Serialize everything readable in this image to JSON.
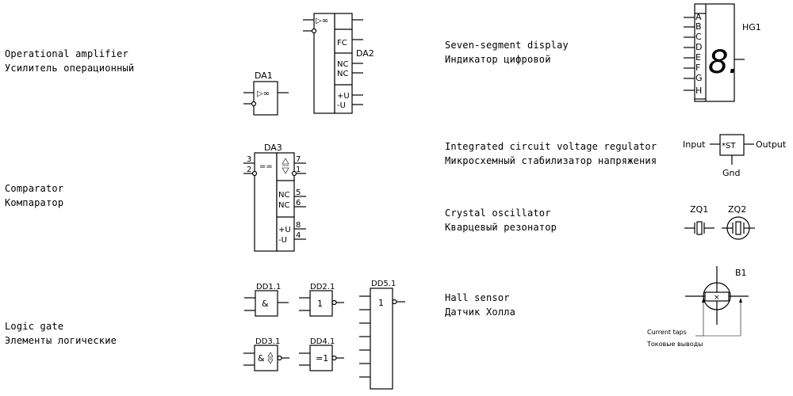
{
  "left_labels": {
    "opamp": {
      "en": "Operational amplifier",
      "ru": "Усилитель операционный"
    },
    "comparator": {
      "en": "Comparator",
      "ru": "Компаратор"
    },
    "logic": {
      "en": "Logic gate",
      "ru": "Элементы логические"
    }
  },
  "right_labels": {
    "display": {
      "en": "Seven-segment display",
      "ru": "Индикатор цифровой"
    },
    "regulator": {
      "en": "Integrated circuit voltage regulator",
      "ru": "Микросхемный стабилизатор напряжения"
    },
    "crystal": {
      "en": "Crystal oscillator",
      "ru": "Кварцевый резонатор"
    },
    "hall": {
      "en": "Hall sensor",
      "ru": "Датчик Холла"
    }
  },
  "da1": {
    "ref": "DA1",
    "func": "▷∞"
  },
  "da2": {
    "ref": "DA2",
    "func": "▷∞",
    "pins": [
      "FC",
      "NC",
      "NC",
      "+U",
      "-U"
    ]
  },
  "da3": {
    "ref": "DA3",
    "func": "==",
    "pins_left": [
      "3",
      "2"
    ],
    "pins_right": [
      "7",
      "1",
      "5",
      "6",
      "8",
      "4"
    ],
    "cells": [
      "NC",
      "NC",
      "+U",
      "-U"
    ]
  },
  "gates": {
    "dd1": {
      "ref": "DD1.1",
      "func": "&"
    },
    "dd2": {
      "ref": "DD2.1",
      "func": "1"
    },
    "dd3": {
      "ref": "DD3.1",
      "func": "&"
    },
    "dd4": {
      "ref": "DD4.1",
      "func": "=1"
    },
    "dd5": {
      "ref": "DD5.1",
      "func": "1"
    }
  },
  "hg1": {
    "ref": "HG1",
    "digit": "8.",
    "segments": [
      "A",
      "B",
      "C",
      "D",
      "E",
      "F",
      "G",
      "H"
    ]
  },
  "regulator_sym": {
    "input": "Input",
    "output": "Output",
    "gnd": "Gnd",
    "func": "*ST"
  },
  "crystals": {
    "zq1": "ZQ1",
    "zq2": "ZQ2"
  },
  "hall_sym": {
    "ref": "B1",
    "taps_en": "Current taps",
    "taps_ru": "Токовые выводы"
  }
}
